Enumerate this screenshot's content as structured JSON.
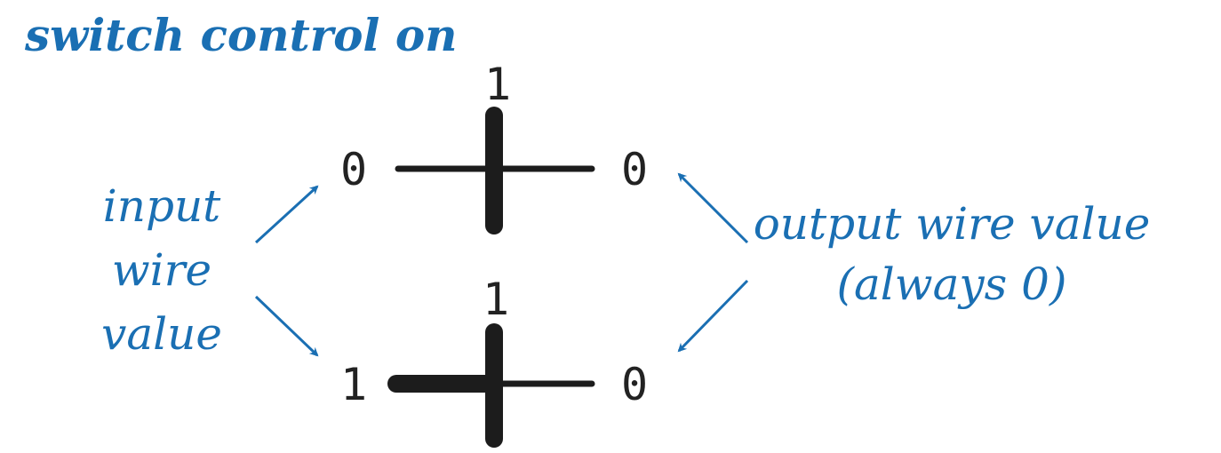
{
  "title": "switch control on",
  "input_label": [
    "input",
    "wire",
    "value"
  ],
  "output_label": [
    "output wire value",
    "(always 0)"
  ],
  "colors": {
    "annotation": "#1a6fb3",
    "wire": "#1c1c1c"
  },
  "switches": [
    {
      "control_value": "1",
      "input_value": "0",
      "output_value": "0"
    },
    {
      "control_value": "1",
      "input_value": "1",
      "output_value": "0"
    }
  ]
}
